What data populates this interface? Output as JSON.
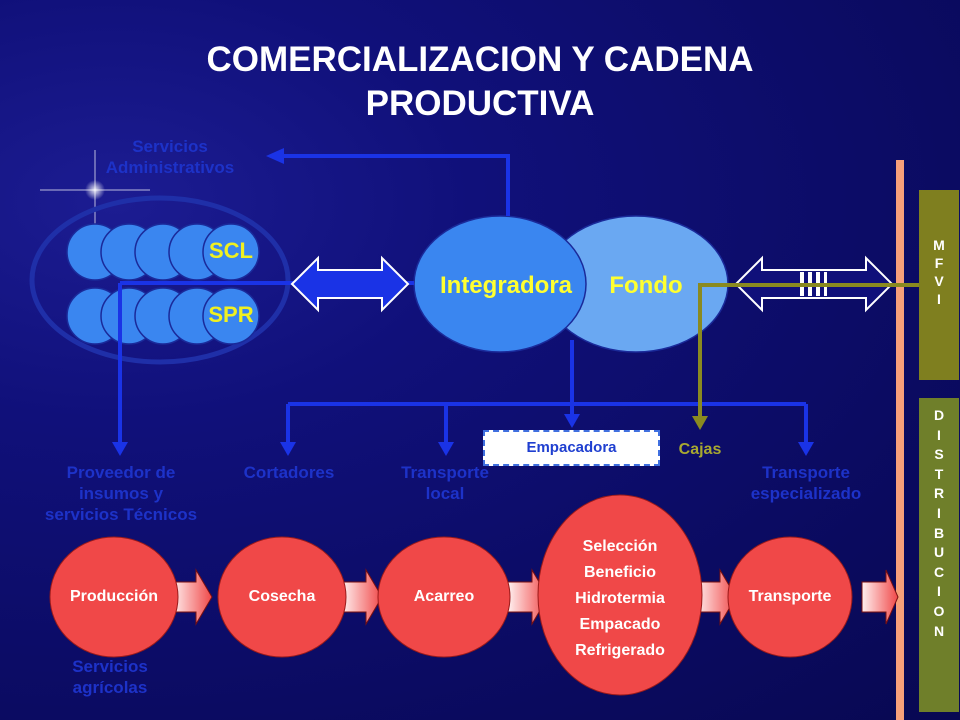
{
  "title": {
    "line1": "COMERCIALIZACION Y CADENA",
    "line2": "PRODUCTIVA"
  },
  "labels": {
    "servicios_admin_1": "Servicios",
    "servicios_admin_2": "Administrativos",
    "proveedor_1": "Proveedor de",
    "proveedor_2": "insumos y",
    "proveedor_3": "servicios Técnicos",
    "cortadores": "Cortadores",
    "transporte_local_1": "Transporte",
    "transporte_local_2": "local",
    "transporte_esp_1": "Transporte",
    "transporte_esp_2": "especializado",
    "servicios_agricolas_1": "Servicios",
    "servicios_agricolas_2": "agrícolas",
    "cajas": "Cajas"
  },
  "groups": {
    "scl": "SCL",
    "spr": "SPR"
  },
  "center": {
    "integradora": "Integradora",
    "fondo": "Fondo"
  },
  "empacadora": "Empacadora",
  "chain": {
    "produccion": "Producción",
    "cosecha": "Cosecha",
    "acarreo": "Acarreo",
    "seleccion_lines": [
      "Selección",
      "Beneficio",
      "Hidrotermia",
      "Empacado",
      "Refrigerado"
    ],
    "transporte": "Transporte"
  },
  "sidebars": {
    "mfvi": "M\nF\nV\nI",
    "distribucion": "D\nI\nS\nT\nR\nI\nB\nU\nC\nI\nO\nN"
  },
  "colors": {
    "background": "#0b0b62",
    "connector_blue": "#1a33e6",
    "olive": "#7f7f1f",
    "red_nodes": "#f04848",
    "integradora": "#3a86f0",
    "fondo": "#6aa8f2",
    "salmon_bar": "#f7a07a"
  }
}
